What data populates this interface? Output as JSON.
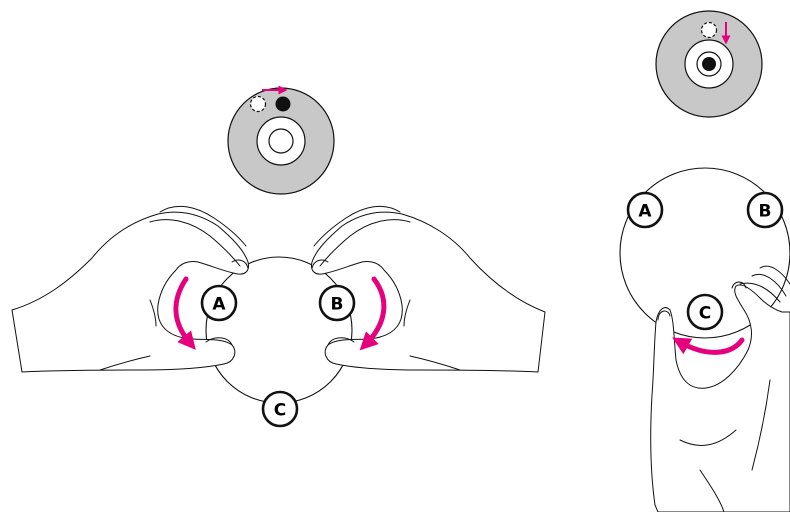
{
  "labels": {
    "a": "A",
    "b": "B",
    "c": "C"
  },
  "colors": {
    "accent": "#e6007e",
    "disc_gray": "#c8c8c8",
    "line": "#111111"
  },
  "icons": {
    "rotate_ccw_left": "curved-arrow-down-icon",
    "rotate_cw_right": "curved-arrow-down-icon",
    "rotate_bottom": "curved-arrow-left-icon",
    "move_right": "arrow-right-icon",
    "move_down": "arrow-down-icon"
  }
}
